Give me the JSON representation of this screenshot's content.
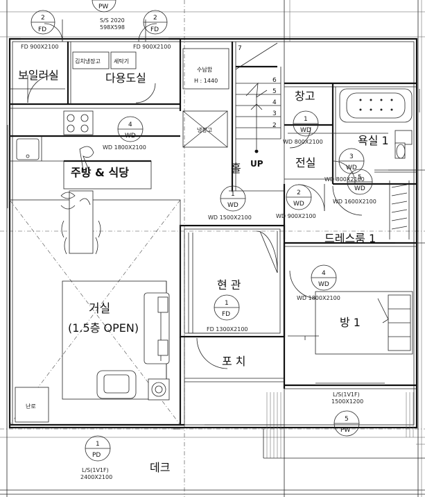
{
  "rooms": {
    "boiler": "보일러실",
    "utility": "다용도실",
    "kitchen": "주방 & 식당",
    "living": "거실",
    "living_note": "(1.5층 OPEN)",
    "storage": "창고",
    "pantry": "전실",
    "bath": "욕실 1",
    "hall": "홀",
    "dress": "드레스룸 1",
    "entrance": "현 관",
    "porch": "포 치",
    "room1": "방 1",
    "deck": "데크",
    "kimchi_fridge": "김치냉장고",
    "washer": "세탁기",
    "fridge": "냉장고",
    "storage_box": "수납함",
    "storage_box_h": "H : 1440",
    "heater": "난로",
    "up": "UP"
  },
  "tags": {
    "t_top_left": {
      "num": "2",
      "code": "FD"
    },
    "t_top_pw": {
      "num": "",
      "code": "PW"
    },
    "t_top_right": {
      "num": "2",
      "code": "FD"
    },
    "t_kitchen": {
      "num": "4",
      "code": "WD"
    },
    "t_storage": {
      "num": "1",
      "code": "WD"
    },
    "t_bath": {
      "num": "3",
      "code": "WD"
    },
    "t_hall": {
      "num": "1",
      "code": "WD"
    },
    "t_dress_a": {
      "num": "2",
      "code": "WD"
    },
    "t_dress_b": {
      "num": "5",
      "code": "WD"
    },
    "t_entrance": {
      "num": "1",
      "code": "FD"
    },
    "t_room1": {
      "num": "4",
      "code": "WD"
    },
    "t_pw_right": {
      "num": "5",
      "code": "PW"
    },
    "t_deck": {
      "num": "1",
      "code": "PD"
    }
  },
  "annotations": {
    "ss_top": "S/S 2020",
    "ss_top_size": "598X598",
    "fd_boiler": "FD 900X2100",
    "fd_utility": "FD 900X2100",
    "wd_kitchen": "WD 1800X2100",
    "wd_storage": "WD 800X2100",
    "wd_bath": "WD 800X2100",
    "wd_hall": "WD 1500X2100",
    "wd_dress_a": "WD 900X2100",
    "wd_dress_b": "WD 1600X2100",
    "wd_room1": "WD 1800X2100",
    "fd_entrance": "FD 1300X2100",
    "ls_right": "L/S(1V1F)",
    "ls_right_size": "1500X1200",
    "ls_deck": "L/S(1V1F)",
    "ls_deck_size": "2400X2100"
  },
  "stairs": [
    "7",
    "6",
    "5",
    "4",
    "3",
    "2"
  ]
}
